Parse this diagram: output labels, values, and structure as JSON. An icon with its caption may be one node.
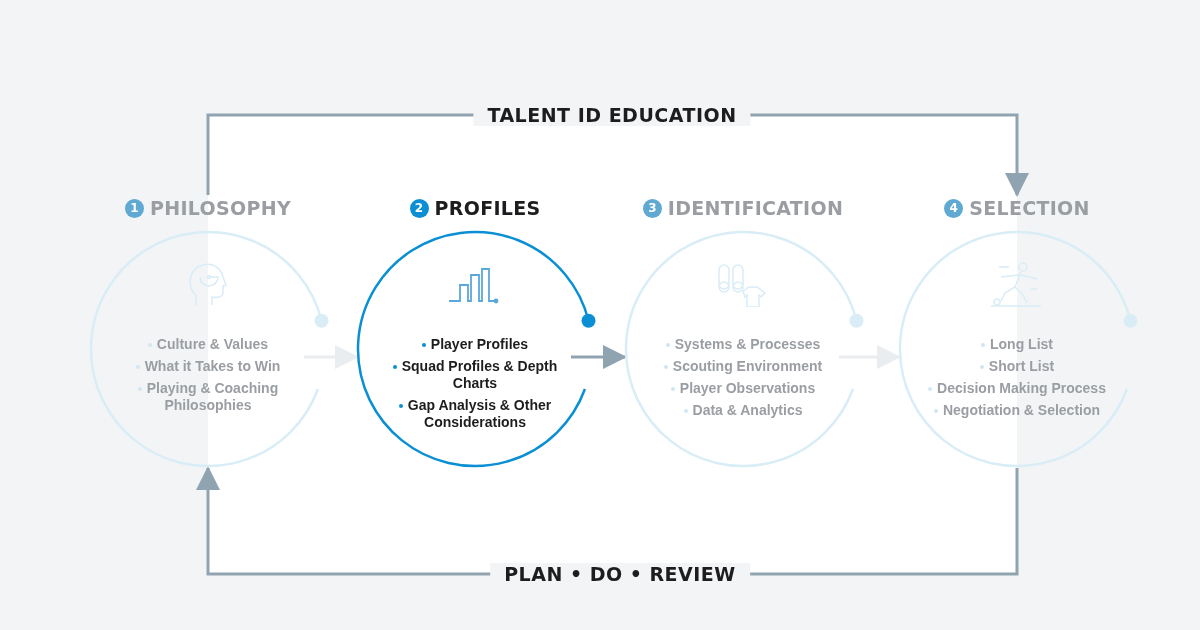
{
  "diagram": {
    "nodes": [
      {
        "text": [
          "1",
          "PHILOSOPHY",
          "Culture & Values",
          "What it Takes to Win",
          "Playing & Coaching Philosophies"
        ]
      },
      {
        "text": [
          "2",
          "PROFILES",
          "Player Profiles",
          "Squad Profiles & Depth Charts",
          "Gap Analysis & Other Considerations"
        ]
      },
      {
        "text": [
          "3",
          "IDENTIFICATION",
          "Systems & Processes",
          "Scouting Environment",
          "Player Observations",
          "Data & Analytics"
        ]
      },
      {
        "text": [
          "4",
          "SELECTION",
          "Long List",
          "Short List",
          "Decision Making Process",
          "Negotiation & Selection"
        ]
      }
    ],
    "edges": [
      {
        "from": 0,
        "to": 1,
        "arrow": "to",
        "color": "#e9edf0"
      },
      {
        "from": 1,
        "to": 2,
        "arrow": "to"
      },
      {
        "from": 2,
        "to": 3,
        "arrow": "to",
        "color": "#e9edf0"
      },
      {
        "from": 0,
        "to": 3,
        "arrow": "to",
        "label": "TALENT ID EDUCATION"
      },
      {
        "from": 3,
        "to": 0,
        "arrow": "to",
        "label": "PLAN • DO • REVIEW"
      }
    ]
  }
}
